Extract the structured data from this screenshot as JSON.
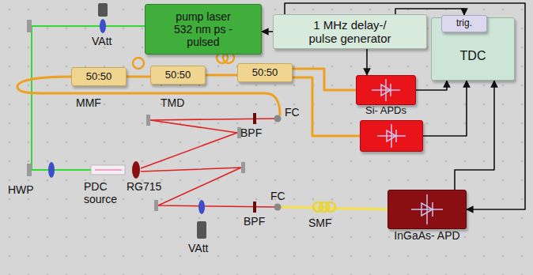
{
  "diagram": {
    "nodes": [
      {
        "text": [
          "pump laser 532 nm ps - pulsed"
        ]
      },
      {
        "text": [
          "1 MHz delay-/ pulse generator"
        ]
      },
      {
        "text": [
          "TDC"
        ]
      },
      {
        "text": [
          "trig."
        ],
        "in": 2
      },
      {
        "text": [
          "50:50"
        ]
      },
      {
        "text": [
          "50:50"
        ]
      },
      {
        "text": [
          "50:50"
        ]
      },
      {
        "text": [
          "Si- APDs"
        ]
      },
      {
        "text": []
      },
      {
        "text": [
          "InGaAs- APD"
        ]
      }
    ],
    "edges": [
      {
        "from": 1,
        "to": 0,
        "arrow": "to"
      },
      {
        "from": 1,
        "to": 7,
        "arrow": "to"
      },
      {
        "from": 1,
        "to": 3,
        "arrow": "to"
      },
      {
        "from": 1,
        "to": 9,
        "arrow": "to"
      },
      {
        "from": 4,
        "to": 5,
        "arrow": "none"
      },
      {
        "from": 5,
        "to": 6,
        "arrow": "none"
      },
      {
        "from": 6,
        "to": 7,
        "arrow": "none"
      },
      {
        "from": 6,
        "to": 8,
        "arrow": "none"
      },
      {
        "from": 7,
        "to": 2,
        "arrow": "to"
      },
      {
        "from": 8,
        "to": 2,
        "arrow": "to"
      },
      {
        "from": 9,
        "to": 2,
        "arrow": "to"
      }
    ],
    "labels": [
      "VAtt",
      "TMD",
      "MMF",
      "FC",
      "BPF",
      "HWP",
      "PDC source",
      "RG715",
      "FC",
      "BPF",
      "VAtt",
      "SMF"
    ]
  }
}
